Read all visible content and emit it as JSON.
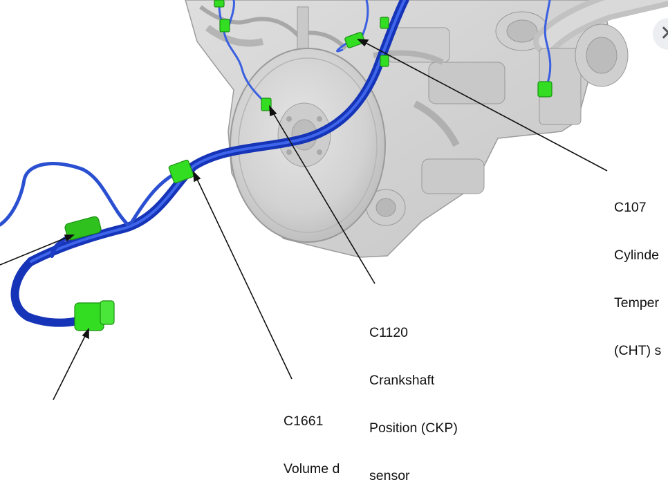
{
  "callouts": [
    {
      "id": "c107",
      "lines": [
        "C107",
        "Cylinde",
        "Temper",
        "(CHT) s"
      ]
    },
    {
      "id": "c1120",
      "lines": [
        "C1120",
        "Crankshaft",
        "Position (CKP)",
        "sensor"
      ]
    },
    {
      "id": "c1661",
      "lines": [
        "C1661",
        "Volume d"
      ]
    }
  ],
  "overlay": {
    "close_icon": "close-icon",
    "close_glyph": "✕"
  },
  "colors": {
    "harness": "#1534b8",
    "harness_highlight": "#3f66ea",
    "connector": "#33dd22",
    "engine": "#d4d4d4",
    "leader": "#111111"
  }
}
